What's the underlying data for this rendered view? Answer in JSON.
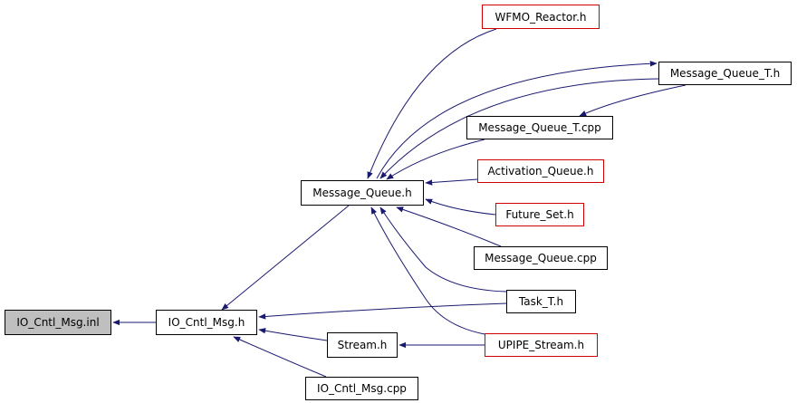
{
  "diagram": {
    "type": "include-dependency-graph",
    "edge_color": "#191970",
    "nodes": [
      {
        "id": "io_cntl_msg_inl",
        "label": "IO_Cntl_Msg.inl",
        "style": "gray"
      },
      {
        "id": "io_cntl_msg_h",
        "label": "IO_Cntl_Msg.h",
        "style": "black"
      },
      {
        "id": "message_queue_h",
        "label": "Message_Queue.h",
        "style": "black"
      },
      {
        "id": "stream_h",
        "label": "Stream.h",
        "style": "black"
      },
      {
        "id": "io_cntl_msg_cpp",
        "label": "IO_Cntl_Msg.cpp",
        "style": "black"
      },
      {
        "id": "wfmo_reactor_h",
        "label": "WFMO_Reactor.h",
        "style": "red"
      },
      {
        "id": "message_queue_t_h",
        "label": "Message_Queue_T.h",
        "style": "black"
      },
      {
        "id": "message_queue_t_cpp",
        "label": "Message_Queue_T.cpp",
        "style": "black"
      },
      {
        "id": "activation_queue_h",
        "label": "Activation_Queue.h",
        "style": "red"
      },
      {
        "id": "future_set_h",
        "label": "Future_Set.h",
        "style": "red"
      },
      {
        "id": "message_queue_cpp",
        "label": "Message_Queue.cpp",
        "style": "black"
      },
      {
        "id": "task_t_h",
        "label": "Task_T.h",
        "style": "black"
      },
      {
        "id": "upipe_stream_h",
        "label": "UPIPE_Stream.h",
        "style": "red"
      }
    ],
    "edges": [
      {
        "from": "io_cntl_msg_h",
        "to": "io_cntl_msg_inl"
      },
      {
        "from": "message_queue_h",
        "to": "io_cntl_msg_h"
      },
      {
        "from": "task_t_h",
        "to": "io_cntl_msg_h"
      },
      {
        "from": "stream_h",
        "to": "io_cntl_msg_h"
      },
      {
        "from": "io_cntl_msg_cpp",
        "to": "io_cntl_msg_h"
      },
      {
        "from": "wfmo_reactor_h",
        "to": "message_queue_h"
      },
      {
        "from": "message_queue_t_h",
        "to": "message_queue_h"
      },
      {
        "from": "message_queue_t_cpp",
        "to": "message_queue_h"
      },
      {
        "from": "activation_queue_h",
        "to": "message_queue_h"
      },
      {
        "from": "future_set_h",
        "to": "message_queue_h"
      },
      {
        "from": "message_queue_cpp",
        "to": "message_queue_h"
      },
      {
        "from": "task_t_h",
        "to": "message_queue_h"
      },
      {
        "from": "upipe_stream_h",
        "to": "message_queue_h"
      },
      {
        "from": "message_queue_h",
        "to": "message_queue_t_h"
      },
      {
        "from": "message_queue_t_h",
        "to": "message_queue_t_cpp"
      },
      {
        "from": "upipe_stream_h",
        "to": "stream_h"
      }
    ]
  }
}
